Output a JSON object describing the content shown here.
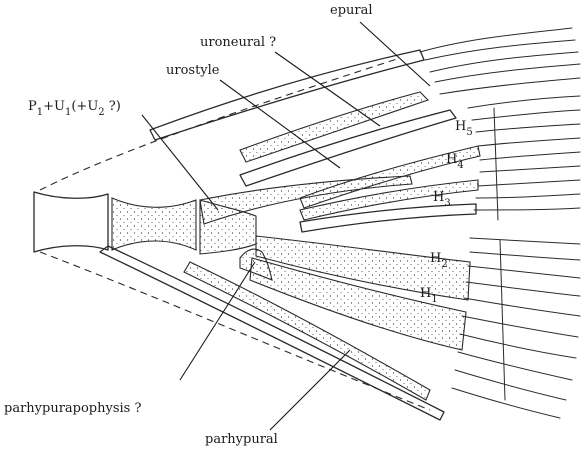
{
  "labels": {
    "epural": "epural",
    "uroneural": "uroneural ?",
    "urostyle": "urostyle",
    "p1_u1": {
      "P": "P",
      "s1": "1",
      "plus_u": "+U",
      "s2": "1",
      "paren": "(+U",
      "s3": "2",
      "close": " ?)"
    },
    "parhypurapophysis": "parhypurapophysis ?",
    "parhypural": "parhypural",
    "h5": {
      "H": "H",
      "n": "5"
    },
    "h4": {
      "H": "H",
      "n": "4"
    },
    "h3": {
      "H": "H",
      "n": "3"
    },
    "h2": {
      "H": "H",
      "n": "2"
    },
    "h1": {
      "H": "H",
      "n": "1"
    }
  }
}
